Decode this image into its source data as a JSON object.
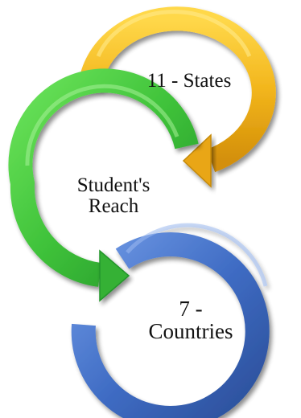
{
  "diagram": {
    "nodes": [
      {
        "id": "states",
        "lines": [
          "11 - States"
        ],
        "color": "#F2B51C"
      },
      {
        "id": "student",
        "lines": [
          "Student's",
          "Reach"
        ],
        "color": "#3FC23A"
      },
      {
        "id": "countries",
        "lines": [
          "7 -",
          "Countries"
        ],
        "color": "#3F6CC4"
      }
    ],
    "arrows": [
      {
        "from": "states",
        "to": "student"
      },
      {
        "from": "student",
        "to": "countries"
      }
    ]
  }
}
